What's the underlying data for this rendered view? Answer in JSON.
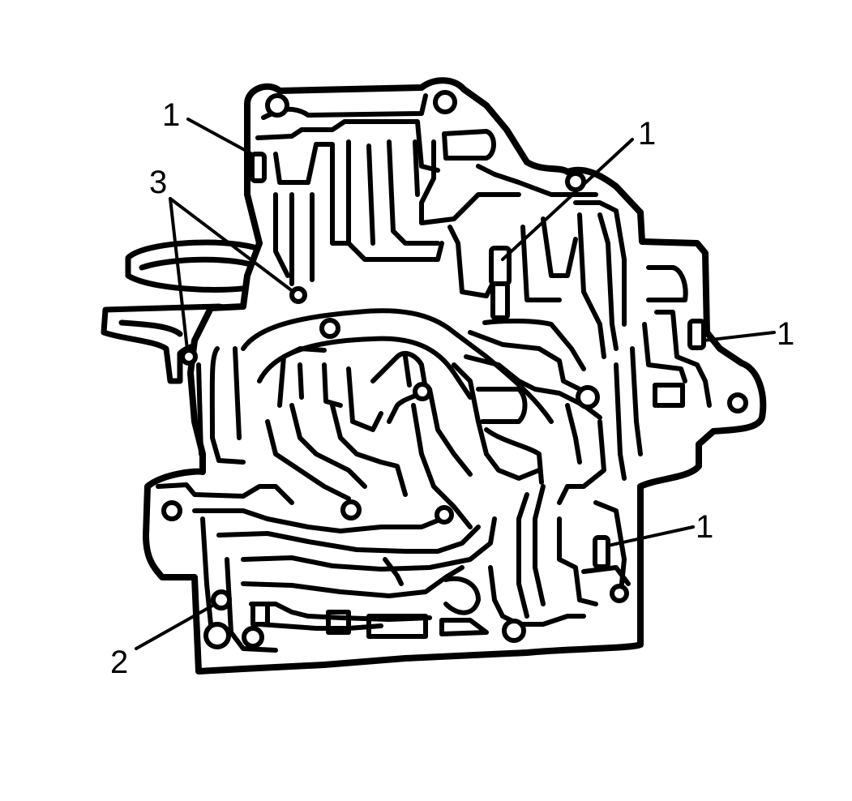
{
  "callouts": [
    {
      "id": "c1a",
      "label": "1"
    },
    {
      "id": "c1b",
      "label": "1"
    },
    {
      "id": "c1c",
      "label": "1"
    },
    {
      "id": "c1d",
      "label": "1"
    },
    {
      "id": "c2",
      "label": "2"
    },
    {
      "id": "c3",
      "label": "3"
    }
  ]
}
